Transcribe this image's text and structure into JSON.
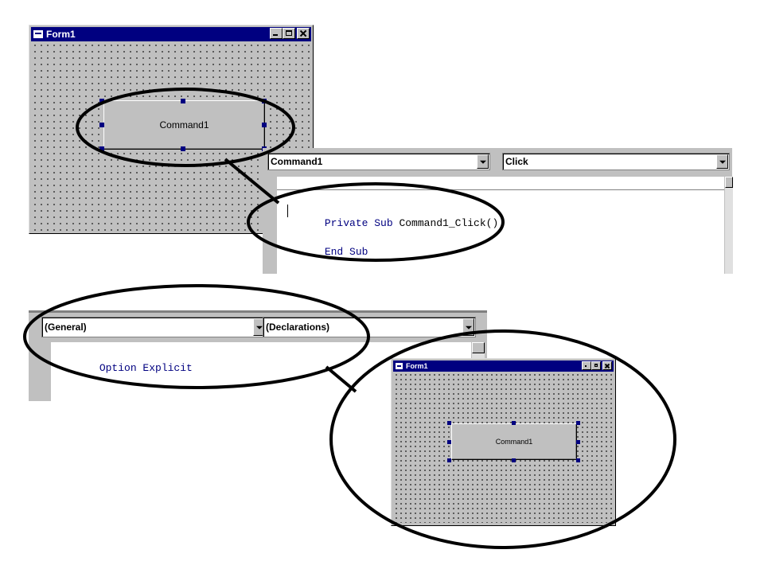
{
  "top_form": {
    "title": "Form1",
    "button_label": "Command1"
  },
  "top_code": {
    "object_combo": "Command1",
    "procedure_combo": "Click",
    "line1_keyword": "Private Sub",
    "line1_rest": " Command1_Click()",
    "line2": "End Sub"
  },
  "bottom_code": {
    "object_combo": "(General)",
    "procedure_combo": "(Declarations)",
    "line1": "Option Explicit"
  },
  "bottom_form": {
    "title": "Form1",
    "button_label": "Command1"
  },
  "colors": {
    "titlebar": "#000080",
    "face": "#c0c0c0",
    "keyword": "#000080"
  }
}
